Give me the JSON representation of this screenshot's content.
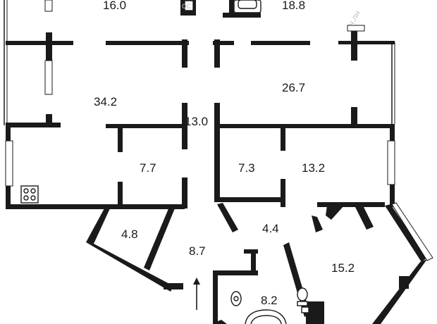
{
  "floor_plan": {
    "rooms": [
      {
        "id": "top-left",
        "area": "16.0"
      },
      {
        "id": "top-right",
        "area": "18.8"
      },
      {
        "id": "living-left",
        "area": "34.2"
      },
      {
        "id": "living-right",
        "area": "26.7"
      },
      {
        "id": "corridor",
        "area": "13.0"
      },
      {
        "id": "room-mid-left",
        "area": "7.7"
      },
      {
        "id": "room-mid-right",
        "area": "7.3"
      },
      {
        "id": "room-right",
        "area": "13.2"
      },
      {
        "id": "room-lower-left",
        "area": "4.8"
      },
      {
        "id": "hall",
        "area": "8.7"
      },
      {
        "id": "room-lower-mid",
        "area": "4.4"
      },
      {
        "id": "room-lower-right",
        "area": "15.2"
      },
      {
        "id": "bath",
        "area": "8.2"
      }
    ],
    "partial_text": "oc",
    "icons": [
      "entrance-arrow-icon",
      "stove-icon",
      "toilet-icon",
      "bathtub-icon",
      "sink-icon"
    ],
    "colors": {
      "wall": "#1a1a1a",
      "background": "#ffffff",
      "watermark": "#bfc4c8"
    }
  }
}
